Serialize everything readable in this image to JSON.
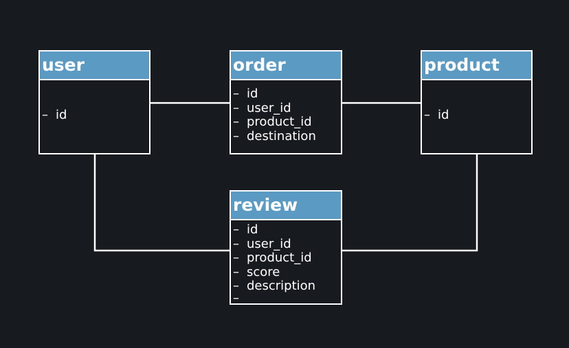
{
  "diagram": {
    "background": "#171a1f",
    "header_color": "#5b9bc3",
    "line_color": "#ffffff",
    "entities": {
      "user": {
        "title": "user",
        "fields": [
          "id"
        ]
      },
      "order": {
        "title": "order",
        "fields": [
          "id",
          "user_id",
          "product_id",
          "destination"
        ]
      },
      "product": {
        "title": "product",
        "fields": [
          "id"
        ]
      },
      "review": {
        "title": "review",
        "fields": [
          "id",
          "user_id",
          "product_id",
          "score",
          "description",
          ""
        ]
      }
    },
    "relationships": [
      {
        "from": "user",
        "to": "order"
      },
      {
        "from": "order",
        "to": "product"
      },
      {
        "from": "user",
        "to": "review"
      },
      {
        "from": "product",
        "to": "review"
      }
    ]
  }
}
